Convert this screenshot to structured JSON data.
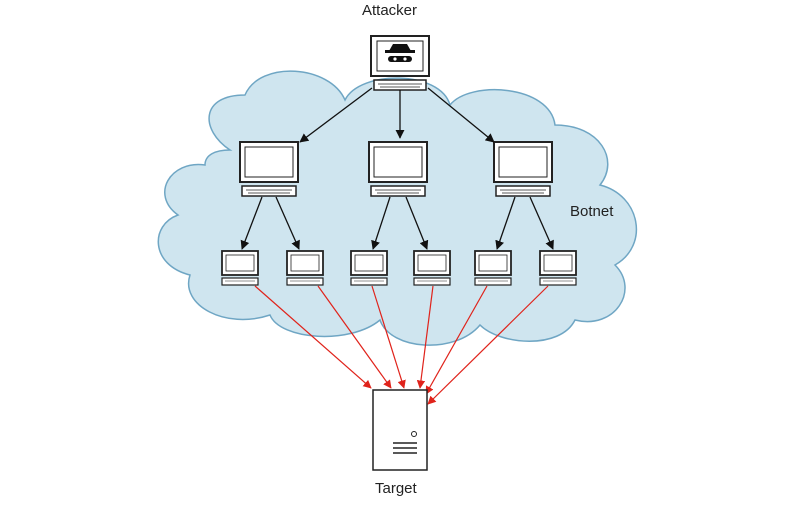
{
  "labels": {
    "attacker": "Attacker",
    "botnet": "Botnet",
    "target": "Target"
  },
  "colors": {
    "cloud_fill": "#cfe5ef",
    "cloud_stroke": "#6fa6c4",
    "arrow_command": "#111111",
    "arrow_attack": "#e0231b",
    "device_stroke": "#222222",
    "device_fill": "#ffffff"
  },
  "icons": {
    "attacker_badge": "hat-mask-icon"
  }
}
